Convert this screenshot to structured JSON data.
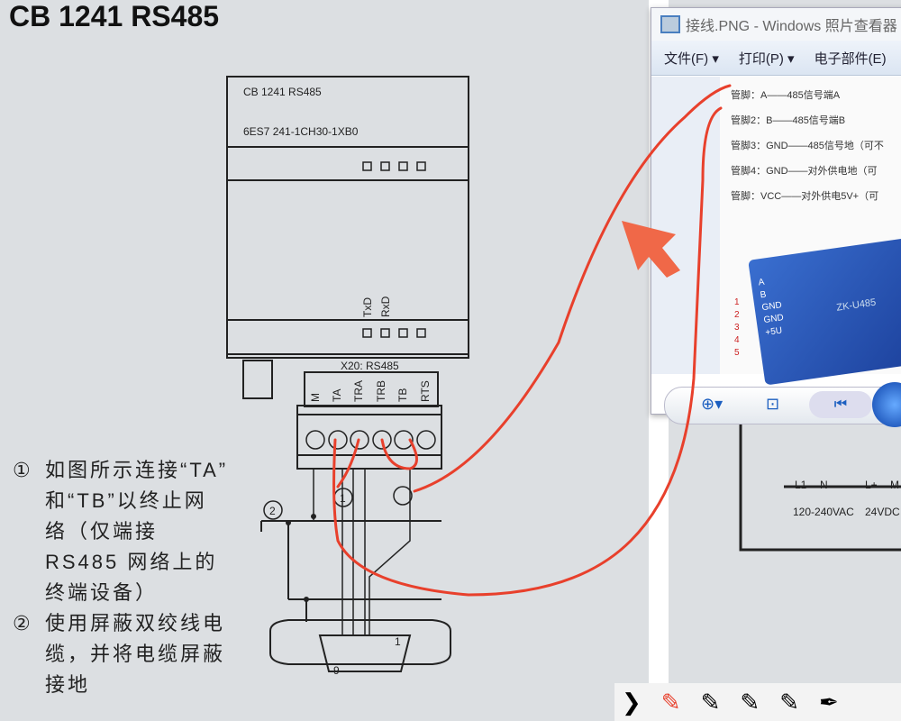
{
  "slide": {
    "title": "CB 1241 RS485",
    "module": {
      "name": "CB 1241 RS485",
      "order": "6ES7 241-1CH30-1XB0",
      "led_labels": [
        "TxD",
        "RxD"
      ],
      "port": "X20: RS485",
      "pins": [
        "M",
        "TA",
        "TRA",
        "TRB",
        "TB",
        "RTS"
      ],
      "markers": [
        "1",
        "2"
      ],
      "db9": [
        "1",
        "9"
      ]
    },
    "notes": [
      {
        "num": "①",
        "text": "如图所示连接“TA” 和“TB”以终止网络（仅端接 RS485 网络上的终端设备）"
      },
      {
        "num": "②",
        "text": "使用屏蔽双绞线电缆，并将电缆屏蔽接地"
      }
    ],
    "power": {
      "ac": "120-240VAC",
      "dc": "24VDC",
      "terms": [
        "L1",
        "N",
        "L+",
        "M"
      ]
    }
  },
  "viewer": {
    "title": "接线.PNG - Windows 照片查看器",
    "menu": [
      "文件(F) ▾",
      "打印(P) ▾",
      "电子部件(E)"
    ],
    "pins": [
      "管脚：A——485信号端A",
      "管脚2：B——485信号端B",
      "管脚3：GND——485信号地（可不",
      "管脚4：GND——对外供电地（可",
      "管脚：VCC——对外供电5V+（可"
    ],
    "board_labels": [
      "1",
      "2",
      "3",
      "4",
      "5"
    ],
    "board_pins": [
      "A",
      "B",
      "GND",
      "GND",
      "+5U"
    ],
    "board_name": "ZK-U485"
  },
  "toolbar": {
    "expand": "❯"
  },
  "colors": {
    "ink": "#e8402c",
    "background": "#dcdfe2"
  }
}
